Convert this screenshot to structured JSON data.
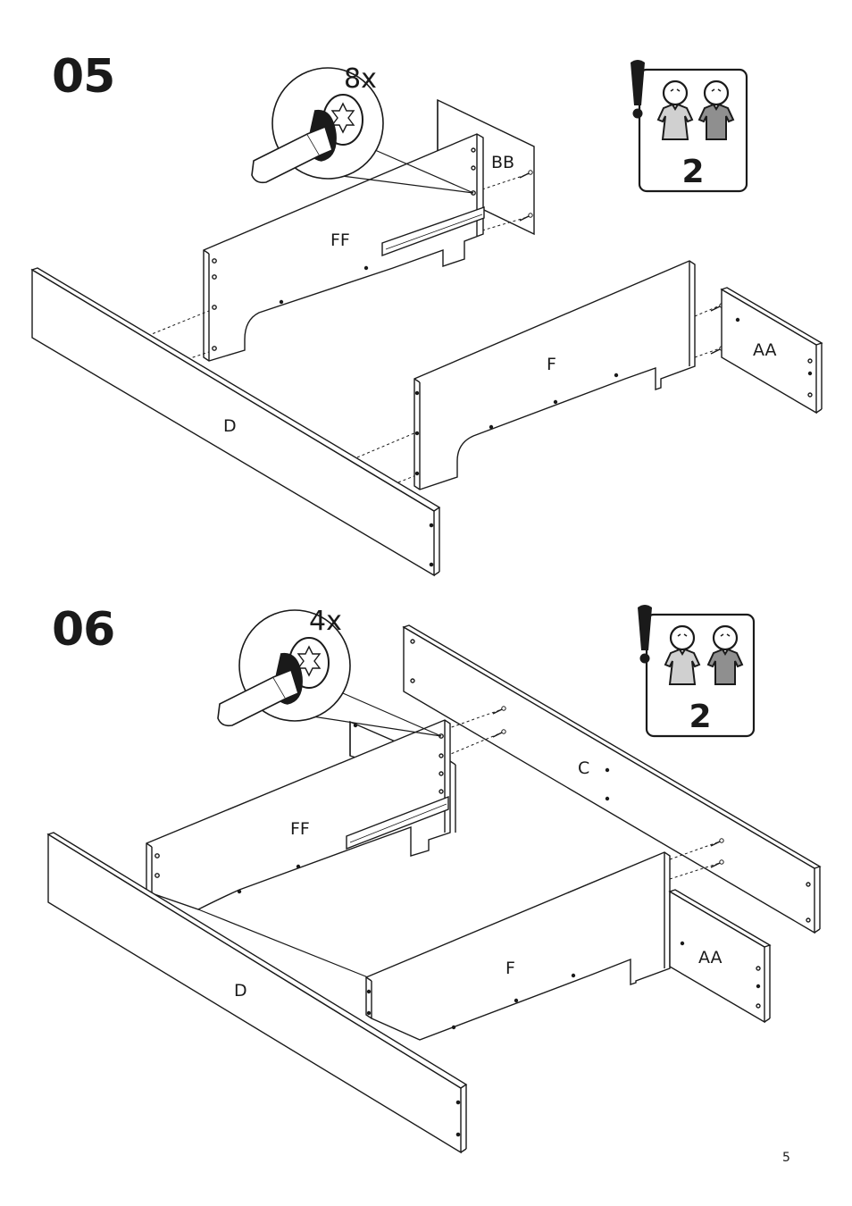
{
  "page_number": "5",
  "steps": [
    {
      "number": "05",
      "quantity": "8x",
      "people_required": "2",
      "parts": {
        "d": "D",
        "ff": "FF",
        "bb": "BB",
        "f": "F",
        "aa": "AA"
      }
    },
    {
      "number": "06",
      "quantity": "4x",
      "people_required": "2",
      "parts": {
        "d": "D",
        "ff": "FF",
        "c": "C",
        "f": "F",
        "aa": "AA"
      }
    }
  ],
  "icons": [
    "screwdriver-icon",
    "cam-lock-icon",
    "two-person-assembly-icon",
    "exclamation-icon",
    "dowel-icon"
  ],
  "colors": {
    "line": "#1a1a1a",
    "shirt_light": "#d0d0d0",
    "shirt_dark": "#8f8f8f"
  }
}
